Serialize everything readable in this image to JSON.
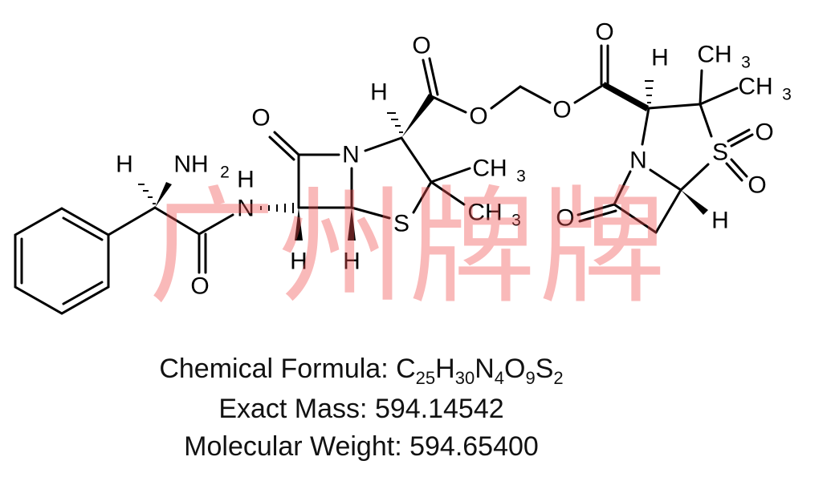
{
  "atoms": {
    "h_alpha": "H",
    "nh2": "NH",
    "nh2_sub": "2",
    "amide_h": "H",
    "amide_n": "N",
    "amide_o": "O",
    "lactam_o": "O",
    "lactam_n": "N",
    "h_c6": "H",
    "h_c5": "H",
    "s1": "S",
    "h_c3": "H",
    "me1": "CH",
    "me2": "CH",
    "sub3": "3",
    "ester_o1": "O",
    "ester_o2": "O",
    "o_link1": "O",
    "o_link2": "O",
    "h_c3b": "H",
    "me3": "CH",
    "me4": "CH",
    "s2": "S",
    "so_o1": "O",
    "so_o2": "O",
    "n2": "N",
    "h_c5b": "H",
    "lactam_o2": "O"
  },
  "formula": {
    "label": "Chemical Formula: ",
    "parts": [
      [
        "C",
        "25"
      ],
      [
        "H",
        "30"
      ],
      [
        "N",
        "4"
      ],
      [
        "O",
        "9"
      ],
      [
        "S",
        "2"
      ]
    ]
  },
  "exact_mass": {
    "label": "Exact Mass: ",
    "value": "594.14542"
  },
  "molecular_weight": {
    "label": "Molecular Weight: ",
    "value": "594.65400"
  },
  "watermark": "广州牌牌"
}
